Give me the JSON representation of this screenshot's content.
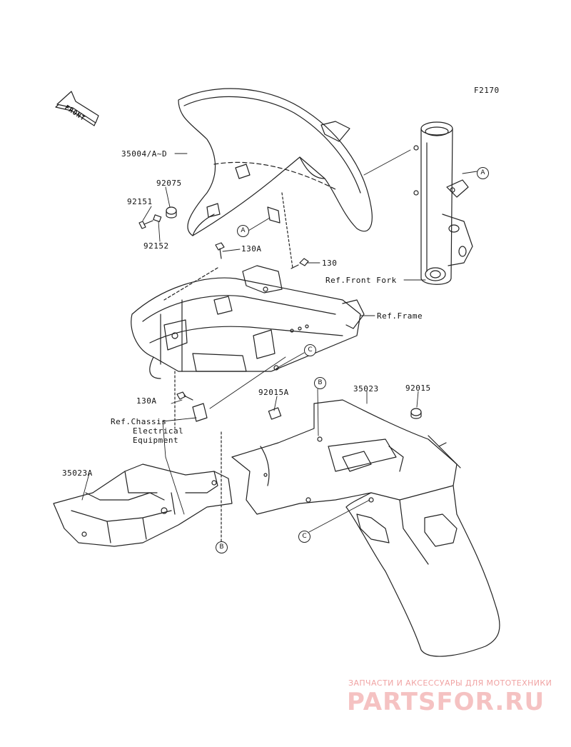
{
  "diagram": {
    "code": "F2170",
    "front_label": "FRONT",
    "parts": [
      {
        "id": "p35004",
        "number": "35004/A~D"
      },
      {
        "id": "p92075",
        "number": "92075"
      },
      {
        "id": "p92151",
        "number": "92151"
      },
      {
        "id": "p92152",
        "number": "92152"
      },
      {
        "id": "p130a_top",
        "number": "130A"
      },
      {
        "id": "p130",
        "number": "130"
      },
      {
        "id": "p130a_bottom",
        "number": "130A"
      },
      {
        "id": "p92015a",
        "number": "92015A"
      },
      {
        "id": "p35023",
        "number": "35023"
      },
      {
        "id": "p92015",
        "number": "92015"
      },
      {
        "id": "p35023a",
        "number": "35023A"
      }
    ],
    "references": {
      "front_fork": "Ref.Front Fork",
      "frame": "Ref.Frame",
      "chassis_line1": "Ref.Chassis",
      "chassis_line2": "Electrical",
      "chassis_line3": "Equipment"
    },
    "callouts": {
      "a1": "A",
      "a2": "A",
      "b1": "B",
      "b2": "B",
      "c1": "C",
      "c2": "C"
    }
  },
  "watermark": {
    "tagline": "ЗАПЧАСТИ И АКСЕССУАРЫ ДЛЯ МОТОТЕХНИКИ",
    "logo": "PARTSFOR.RU"
  },
  "colors": {
    "line": "#222222",
    "watermark": "#f0a3a3"
  }
}
